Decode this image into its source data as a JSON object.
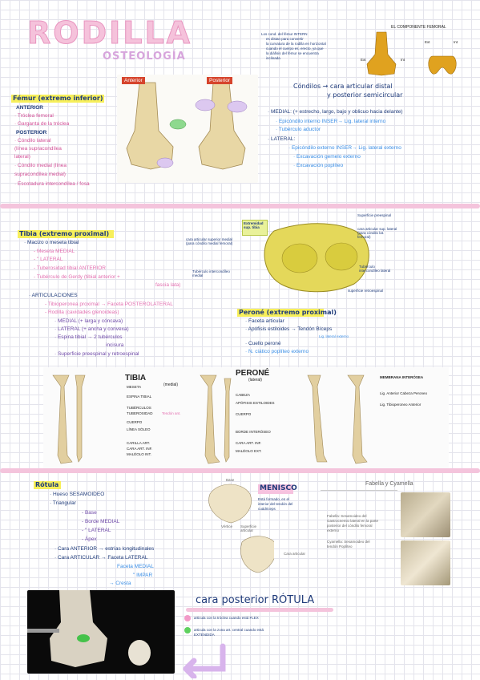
{
  "title": {
    "main": "RODILLA",
    "sub": "OSTEOLOGÍA"
  },
  "top_note": [
    "Los cond. del fémur INTERN",
    "es distan para convertir",
    "la curvatura de la rodilla en horizontal",
    "cuando el cuerpo es. erecto, ya que",
    "la diáfisis del fémur se encuentra",
    "inclinada"
  ],
  "femur_img": {
    "anterior": "Anterior",
    "posterior": "Posterior"
  },
  "femur": {
    "title": "Fémur (extremo inferior)",
    "anterior": "ANTERIOR",
    "items_a": [
      "· Tróclea femoral",
      "· Garganta de la tróclea"
    ],
    "posterior": "POSTERIOR",
    "items_p": [
      "· Cóndilo lateral",
      "  (línea supracondílea",
      "  lateral)",
      "· Cóndilo medial (línea",
      "  supracondílea medial)",
      "· Escotadura intercondílea / fosa"
    ]
  },
  "condyle_img": {
    "title": "EL COMPONENTE FEMORAL",
    "ext": "Ext",
    "int": "Int",
    "ext2": "Ext",
    "int2": "Int"
  },
  "condilos": {
    "title": "Cóndilos → cara articular distal",
    "title2": "y posterior semicircular",
    "medial": "· MEDIAL: (+ estrecho, largo, bajo y oblicuo hacia delante)",
    "medial_a": "· Epicóndilo interno INSER→ Lig. lateral interno",
    "medial_b": "· Tubérculo aductor",
    "lateral": "· LATERAL:",
    "lateral_a": "· Epicóndilo externo INSER→ Lig. lateral externo",
    "lateral_b": "· Excavación gemelo externo",
    "lateral_c": "· Excavación poplíteo"
  },
  "tibia": {
    "title": "Tibia (extremo proximal)",
    "l1": "· Macizo o meseta tibial",
    "l2": "- Meseta MEDIAL",
    "l3": "- \"  LATERAL",
    "l4": "- Tuberosidad tibial ANTERIOR",
    "l5": "- Tubérculo de Gerdy (tibial anterior +",
    "l5b": "fascia lata)",
    "l6": "· ARTICULACIONES",
    "l7": "- Tibioperonea proximal → Faceta POSTEROLATERAL",
    "l8": "- Rodilla (cavidades glenoideas)",
    "l9": "· MEDIAL (+ larga y cóncava)",
    "l10": "· LATERAL (+ ancha y convexa)",
    "l11": "· Espina tibial → 2 tubérculos",
    "l11b": "incisura",
    "l12": "· Superficie preespinal y retroespinal"
  },
  "plateau": {
    "label_top": "Extremidad sup. tibia",
    "r1": "Superficie preespinal",
    "r2": "cara articular sup. lateral (para cóndilo lat. femoral)",
    "r3": "Tubérculo intercondíleo lateral",
    "r4": "superficie retroespinal",
    "l1": "cara articular superior medial (para cóndilo medial femoral)",
    "l2": "Tubérculo intercondíleo medial"
  },
  "perone": {
    "title": "Peroné (extremo proximal)",
    "l1": "· Faceta articular",
    "l2": "· Apófisis estiloides → Tendón Bíceps",
    "l2b": "Lig. lateral externo",
    "l3": "· Cuello peroné",
    "l4": "· N. ciático poplíteo externo"
  },
  "bones": {
    "tibia_title": "TIBIA",
    "tibia_sub": "(medial)",
    "t_labels": [
      "MESETA",
      "ESPINA TIBIAL",
      "TUBÉRCULOS",
      "TUBEROSIDAD",
      "CUERPO",
      "LÍNEA SÓLEO",
      "CARILLA ART.",
      "CARA ART. INF.",
      "MALÉOLO INT."
    ],
    "t_note": "Tendón ant.",
    "perone_title": "PERONÉ",
    "perone_sub": "(lateral)",
    "p_labels": [
      "CABEZA",
      "APÓFISIS ESTILOIDES",
      "CUERPO",
      "BORDE INTERÓSEO",
      "CARA ART. INF.",
      "MALÉOLO EXT."
    ],
    "m_labels": [
      "MEMBRANA INTERÓSEA",
      "Lig. Anterior Cabeza Peroneo",
      "Lig. Tibioperoneo Anterior"
    ]
  },
  "rotula": {
    "title": "Rótula",
    "l1": "· Hueso SESAMOIDEO",
    "l2": "· Triangular",
    "l3": "- Base",
    "l4": "- Borde MEDIAL",
    "l5": "- \"  LATERAL",
    "l6": "- Ápex",
    "l7": "· Cara ANTERIOR → estrías longitudinales",
    "l8": "· Cara ARTICULAR → Faceta LATERAL",
    "l9": "Faceta MEDIAL",
    "l10": "\"  IMPAR",
    "l11": "→ Cresta"
  },
  "patella_img": {
    "base": "Base",
    "vert": "Vértice",
    "sup": "Superficie articular",
    "cara": "Cara articular"
  },
  "menisco": {
    "title": "MENISCO",
    "text": [
      "Está formado, en el",
      "interior del tendón del",
      "cuádriceps"
    ]
  },
  "fabella": {
    "title": "Fabella y Cyamella",
    "b1": [
      "Fabella: Sesamoideo del",
      "Gastrocnemio lateral en la parte",
      "posterior del cóndilo femoral",
      "externo"
    ],
    "b2": [
      "Cyamella: Sesamoideo del",
      "tendón Poplíteo"
    ]
  },
  "cara_posterior": {
    "title": "cara posterior RÓTULA",
    "p1": "articula con la tróclea cuando está FLEX",
    "p2": [
      "articula con la zona art. central cuando está",
      "EXTENDIDA"
    ]
  }
}
